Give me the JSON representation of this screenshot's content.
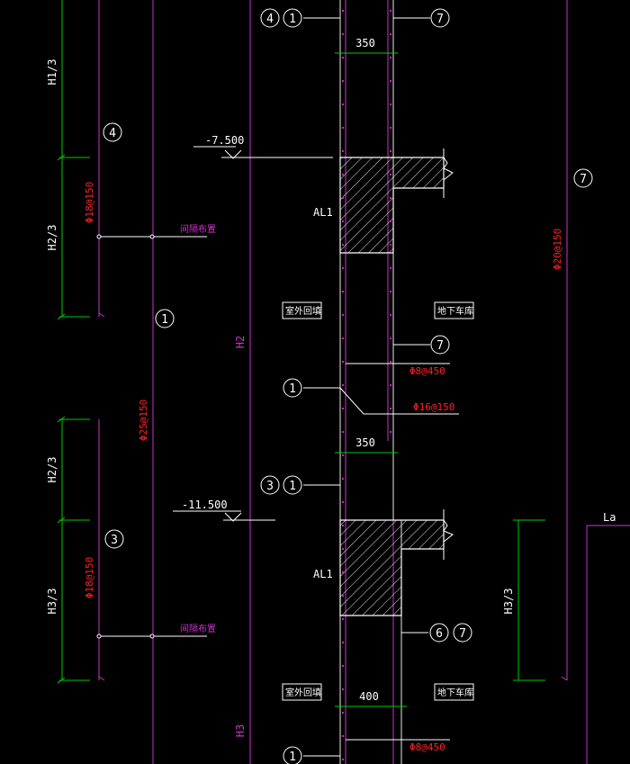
{
  "colors": {
    "background": "#000000",
    "dim_line": "#00cc00",
    "rebar": "#cc33cc",
    "text": "#ffffff",
    "rebar_text": "#ff2222",
    "wall_edge": "#e8e8e8",
    "hatch": "#ffffff"
  },
  "dimensions": {
    "h1_third": "H1/3",
    "h2_third_top": "H2/3",
    "h2_third_bottom": "H2/3",
    "h3_third_left": "H3/3",
    "h3_third_right": "H3/3",
    "h2": "H2",
    "h3": "H3",
    "wall_width_top": "350",
    "wall_width_mid": "350",
    "wall_width_bottom": "400",
    "la": "La"
  },
  "elevations": {
    "upper": "-7.500",
    "lower": "-11.500"
  },
  "beams": {
    "upper": "AL1",
    "lower": "AL1"
  },
  "rebar_labels": {
    "left_upper": "Φ18@150",
    "left_mid": "Φ25@150",
    "left_lower": "Φ18@150",
    "right_full": "Φ20@150",
    "stirrup_upper": "Φ8@450",
    "horizontal_upper": "Φ16@150",
    "stirrup_lower": "Φ8@450"
  },
  "notes": {
    "spacing_upper": "间隔布置",
    "spacing_lower": "间隔布置",
    "exterior_upper": "室外回填",
    "interior_upper": "地下车库",
    "exterior_lower": "室外回填",
    "interior_lower": "地下车库"
  },
  "bubbles": {
    "b4_top": "4",
    "b1_top": "1",
    "b7_top": "7",
    "b4_left": "4",
    "b7_right": "7",
    "b1_left_mid": "1",
    "b7_mid": "7",
    "b1_mid": "1",
    "b3_mid": "3",
    "b1_mid2": "1",
    "b3_left": "3",
    "b6_lower": "6",
    "b7_lower": "7",
    "b1_bottom": "1"
  }
}
